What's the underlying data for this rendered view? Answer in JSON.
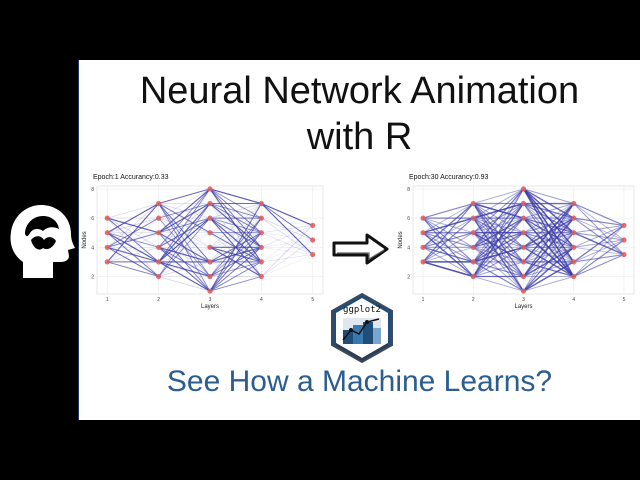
{
  "slide": {
    "title_line1": "Neural Network Animation",
    "title_line2": "with R",
    "subtitle": "See How a Machine Learns?",
    "logo_text": "ggplot2"
  },
  "colors": {
    "background": "#000000",
    "slide": "#ffffff",
    "subtitle": "#2b5d8e",
    "node": "#e0605e",
    "edge": "#3a3aa8",
    "logo": "#1f4e7a"
  },
  "icons": [
    "head-silhouette-icon",
    "right-arrow-icon",
    "ggplot2-hex-logo"
  ],
  "chart_data": [
    {
      "type": "scatter",
      "title": "Epoch:1  Accurancy:0.33",
      "xlabel": "Layers",
      "ylabel": "Nodes",
      "x_ticks": [
        "1",
        "2",
        "3",
        "4",
        "5"
      ],
      "y_ticks": [
        "2",
        "4",
        "6",
        "8"
      ],
      "xlim": [
        0.8,
        5.2
      ],
      "ylim": [
        0.8,
        8.2
      ],
      "layers": [
        {
          "x": 1,
          "nodes": [
            6,
            5,
            4,
            3
          ]
        },
        {
          "x": 2,
          "nodes": [
            7,
            6,
            5,
            4,
            3,
            2
          ]
        },
        {
          "x": 3,
          "nodes": [
            8,
            7,
            6,
            5,
            4,
            3,
            2,
            1
          ]
        },
        {
          "x": 4,
          "nodes": [
            7,
            6,
            5,
            4,
            3,
            2
          ]
        },
        {
          "x": 5,
          "nodes": [
            5.5,
            4.5,
            3.5
          ]
        }
      ]
    },
    {
      "type": "scatter",
      "title": "Epoch:30  Accurancy:0.93",
      "xlabel": "Layers",
      "ylabel": "Nodes",
      "x_ticks": [
        "1",
        "2",
        "3",
        "4",
        "5"
      ],
      "y_ticks": [
        "2",
        "4",
        "6",
        "8"
      ],
      "xlim": [
        0.8,
        5.2
      ],
      "ylim": [
        0.8,
        8.2
      ],
      "layers": [
        {
          "x": 1,
          "nodes": [
            6,
            5,
            4,
            3
          ]
        },
        {
          "x": 2,
          "nodes": [
            7,
            6,
            5,
            4,
            3,
            2
          ]
        },
        {
          "x": 3,
          "nodes": [
            8,
            7,
            6,
            5,
            4,
            3,
            2,
            1
          ]
        },
        {
          "x": 4,
          "nodes": [
            7,
            6,
            5,
            4,
            3,
            2
          ]
        },
        {
          "x": 5,
          "nodes": [
            5.5,
            4.5,
            3.5
          ]
        }
      ]
    }
  ]
}
